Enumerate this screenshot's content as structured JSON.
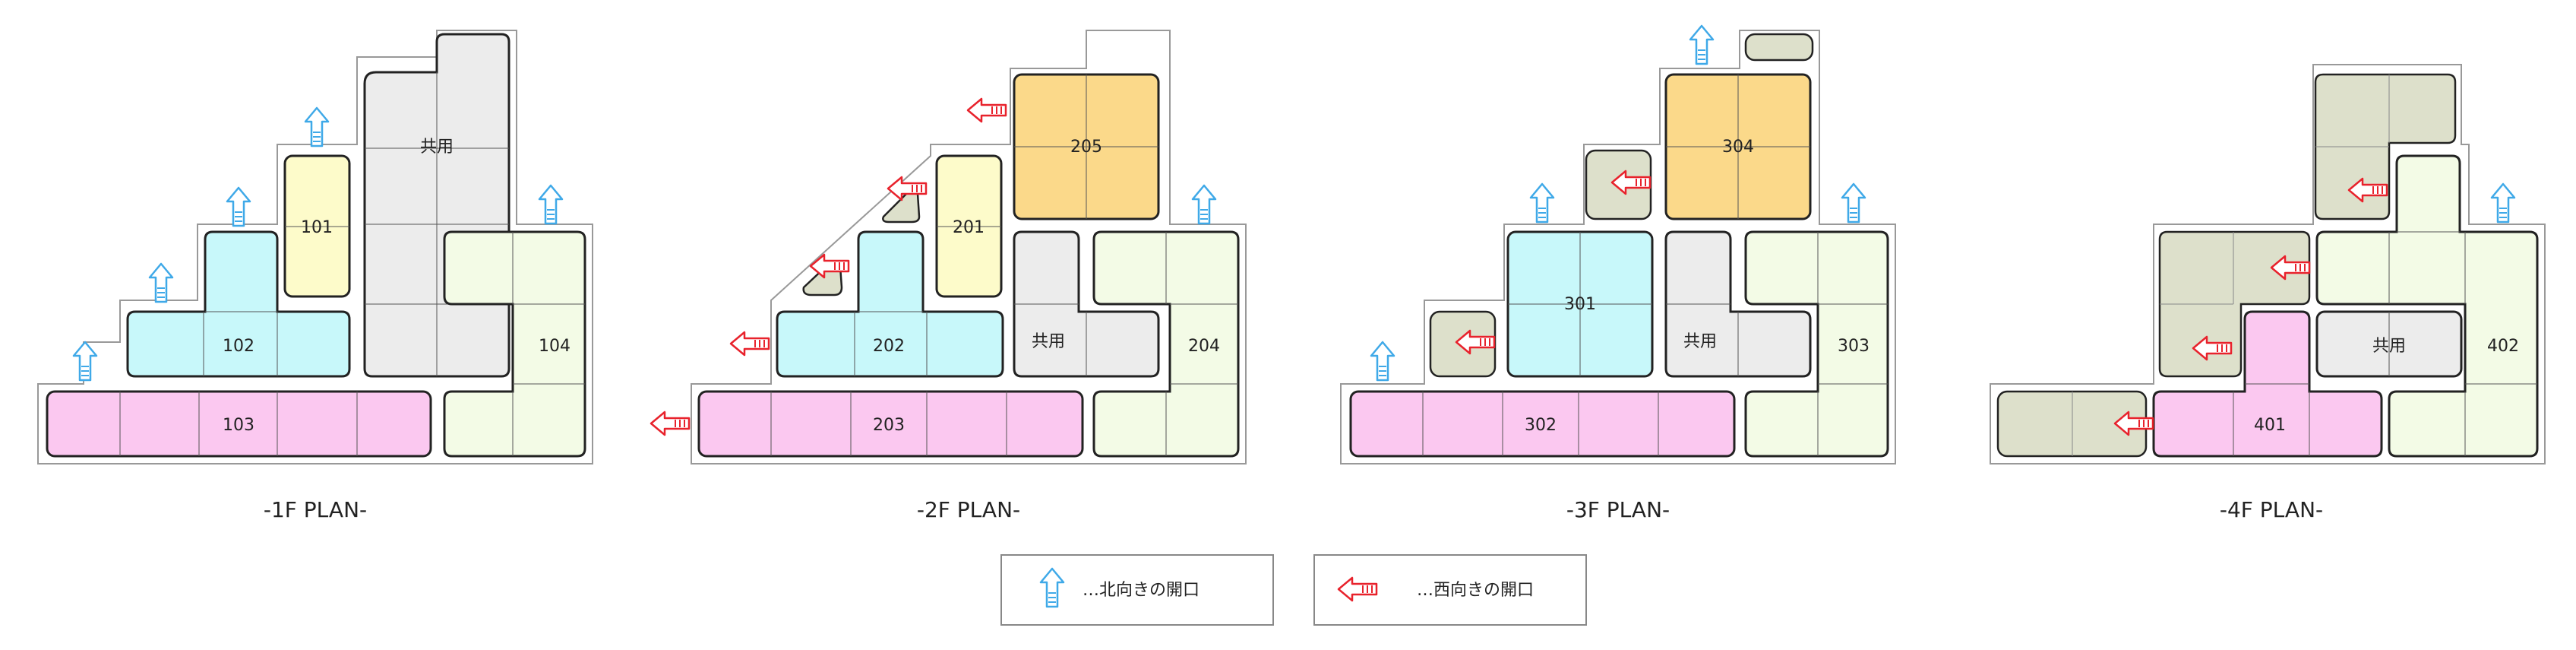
{
  "floors": [
    {
      "title": "-1F PLAN-",
      "units": [
        "101",
        "102",
        "103",
        "104"
      ],
      "common": "共用"
    },
    {
      "title": "-2F PLAN-",
      "units": [
        "201",
        "202",
        "203",
        "204",
        "205"
      ],
      "common": "共用"
    },
    {
      "title": "-3F PLAN-",
      "units": [
        "301",
        "302",
        "303",
        "304"
      ],
      "common": "共用"
    },
    {
      "title": "-4F PLAN-",
      "units": [
        "401",
        "402"
      ],
      "common": "共用"
    }
  ],
  "legend": {
    "north_label": "…北向きの開口",
    "west_label": "…西向きの開口"
  },
  "colors": {
    "pink": "#fbc8f0",
    "cyan": "#c8f8fa",
    "yellow": "#fdfbca",
    "orange": "#fbd98a",
    "lightgreen": "#f3fbe6",
    "gray": "#ececec",
    "khaki": "#dde0cb",
    "north_arrow": "#3fa9e8",
    "west_arrow": "#e8222c"
  }
}
